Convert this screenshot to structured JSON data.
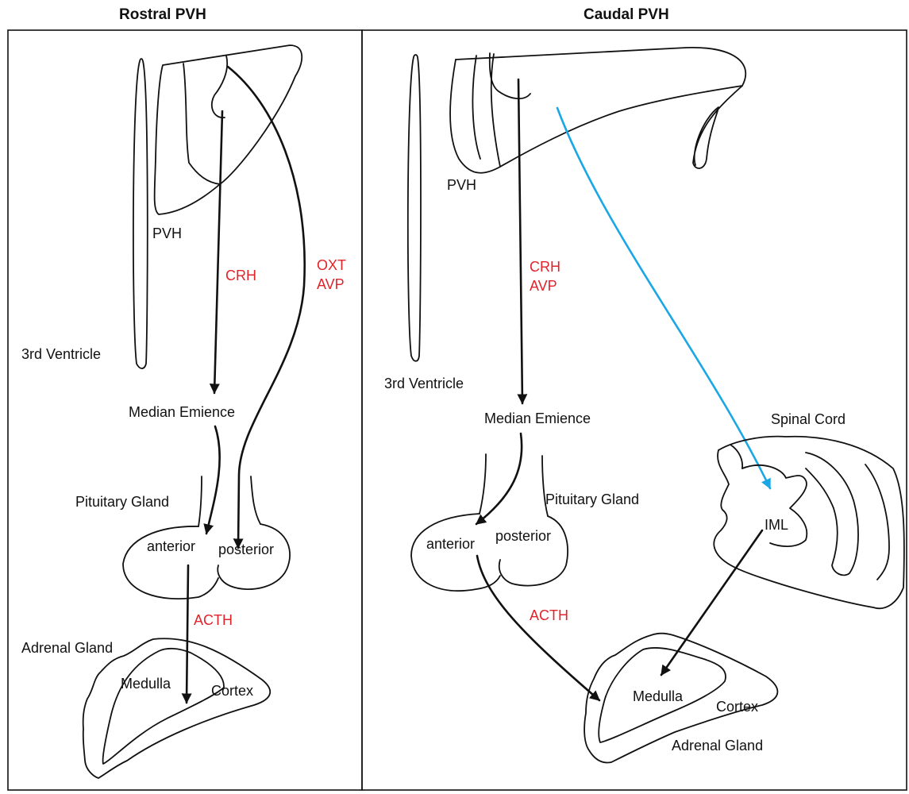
{
  "panels": {
    "left": {
      "title": "Rostral PVH",
      "labels": {
        "pvh": "PVH",
        "ventricle": "3rd Ventricle",
        "crh": "CRH",
        "oxt": "OXT",
        "avp": "AVP",
        "median": "Median Emience",
        "pituitary": "Pituitary Gland",
        "anterior": "anterior",
        "posterior": "posterior",
        "acth": "ACTH",
        "adrenal": "Adrenal Gland",
        "medulla": "Medulla",
        "cortex": "Cortex"
      }
    },
    "right": {
      "title": "Caudal PVH",
      "labels": {
        "pvh": "PVH",
        "ventricle": "3rd Ventricle",
        "crh": "CRH",
        "avp": "AVP",
        "median": "Median Emience",
        "pituitary": "Pituitary Gland",
        "anterior": "anterior",
        "posterior": "posterior",
        "acth": "ACTH",
        "spinal": "Spinal Cord",
        "iml": "IML",
        "adrenal": "Adrenal Gland",
        "medulla": "Medulla",
        "cortex": "Cortex"
      }
    }
  },
  "colors": {
    "hormone_label": "#e0242b",
    "sympathetic_arrow": "#1aa7e6",
    "stroke": "#111111"
  }
}
